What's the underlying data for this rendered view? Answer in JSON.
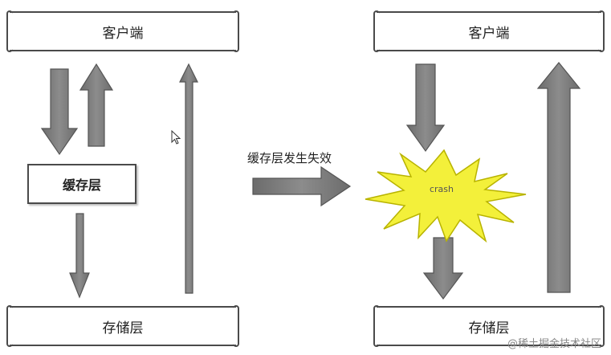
{
  "left": {
    "client": "客户端",
    "cache": "缓存层",
    "storage": "存储层"
  },
  "transition": {
    "label": "缓存层发生失效"
  },
  "right": {
    "client": "客户端",
    "crash": "crash",
    "storage": "存储层"
  },
  "watermark": "@稀土掘金技术社区",
  "colors": {
    "arrow_fill": "#7a7a7a",
    "arrow_stroke": "#555555",
    "crash_fill": "#f3f03a",
    "crash_stroke": "#b8b300"
  },
  "icons": {
    "cursor": "mouse-pointer-icon"
  }
}
